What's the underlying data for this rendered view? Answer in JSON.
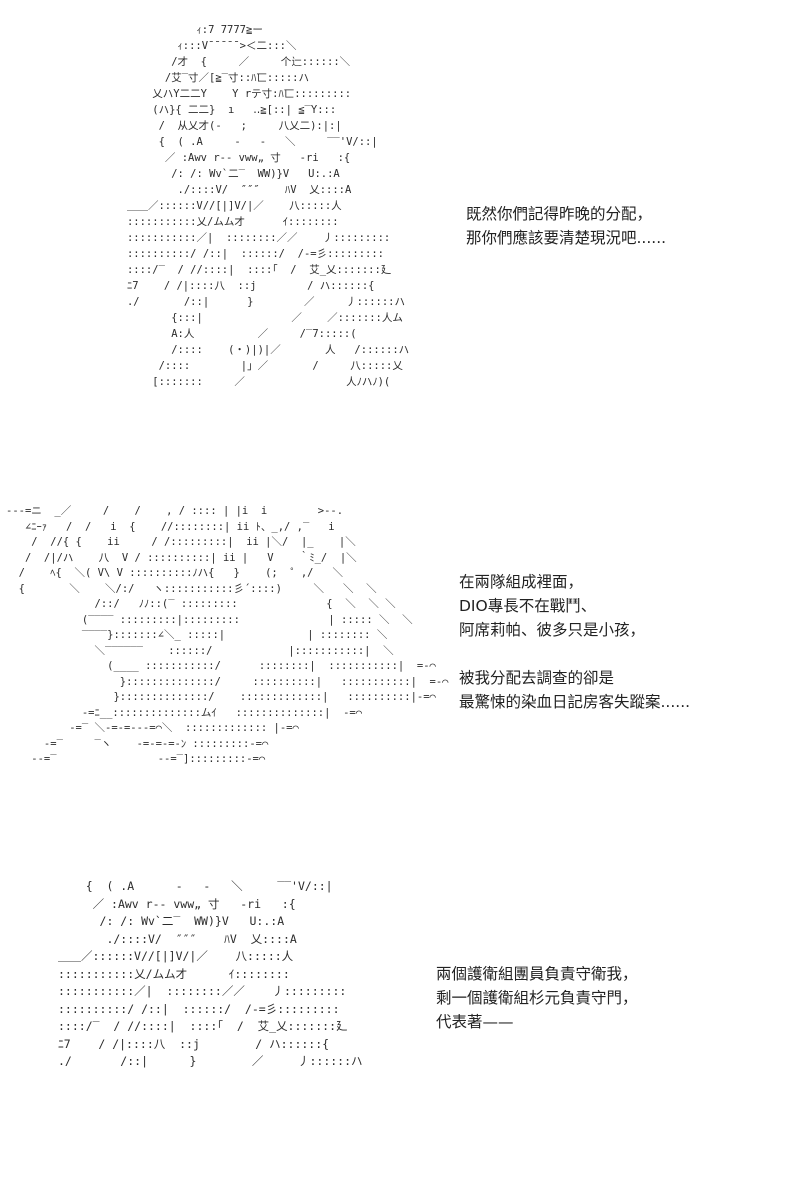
{
  "panels": [
    {
      "caption": [
        "既然你們記得昨晚的分配，",
        "那你們應該要清楚現況吧......"
      ]
    },
    {
      "caption": [
        "在兩隊組成裡面，",
        "DIO專長不在戰鬥、",
        "阿席莉帕、彼多只是小孩，",
        "",
        "被我分配去調查的卻是",
        "最驚悚的染血日記房客失蹤案......"
      ]
    },
    {
      "caption": [
        "兩個護衛組團員負責守衛我，",
        "剩一個護衛組杉元負責守門，",
        "代表著——"
      ]
    }
  ],
  "art": {
    "panel1": [
      "              ｨ:7 7777≧ー",
      "           ｨ:::V¯¯¯¯¯>＜二:::＼",
      "          /才  {     ／     个辷::::::＼",
      "         /艾‾寸／[≧‾寸::ﾊ匸:::::ハ",
      "       乂ハY二二Y    Y rテ寸:ﾊ匸:::::::::",
      "       (ハ}{ 二二}  ı   ‥≧[::| ≦‾Y:::",
      "        /  从乂才(‐   ;     八乂二):|:|",
      "        {  ( .A     ‐   ‐   ＼     ‾‾'V/::|",
      "         ／ :Awv r‐‐ vww„ 寸   ‐ri   :{",
      "          /: /: Wv`二‾  WW)}V   U:.:A",
      "           ./::::V/  ″″″    ﾊV  乂::::A",
      "   ＿＿／::::::V//[|]V/|／    八:::::人",
      "   :::::::::::乂/ムム才      ｲ::::::::",
      "   :::::::::::／|  ::::::::／／    丿:::::::::",
      "   ::::::::::/ /::|  ::::::/  /‐=彡:::::::::",
      "   ::::/‾  / //::::|  ::::｢  /  艾_乂:::::::廴",
      "   ﾆ7    / /|::::八  ::j        / ハ::::::{",
      "   ./       /::|      }        ／     丿::::::ハ",
      "          {:::|              ／    ／:::::::人ム",
      "          A:人          ／     /‾7:::::(",
      "          /::::    (・)|)|／       人   /::::::ハ",
      "        /::::        |」／       /     八:::::乂",
      "       [:::::::     ／                人ﾉハﾉ)("
    ],
    "panel2": [
      "‐‐‐=ニ  _／     /    /    , / :::: | |i  i        >‐‐.",
      "   ∠ﾆｰｧ   /  /   i  {    //::::::::| ii ﾄ、_,/ ,‾   i",
      "    /  //{ {    ii     / /:::::::::|  ii |＼/  |_    |＼",
      "   /  /|/ハ    八  V / ::::::::::| ii |   V    ｀ﾐ_/  |＼",
      "  /    ﾍ{  ＼( V\\ V ::::::::::ﾉハ{   }    (;  ゜,/   ＼",
      "  {       ＼    ＼/:/   ヽ:::::::::::彡´::::)     ＼   ＼  ＼",
      "              /::/   ﾉﾉ::(‾ :::::::::              {  ＼  ＼ ＼",
      "            (‾‾‾‾ :::::::::|:::::::::              | ::::: ＼  ＼",
      "            ‾‾‾‾}:::::::∠＼_ :::::|             | :::::::: ＼",
      "              ＼‾‾‾‾‾‾    ::::::/            |:::::::::::|  ＼",
      "                (____ :::::::::::/      ::::::::|  :::::::::::|  =‐⌒",
      "                  }::::::::::::::/     ::::::::::|   :::::::::::|  =‐⌒",
      "                 }::::::::::::::/    :::::::::::::|   ::::::::::|‐=⌒",
      "            ‐=ﾆ__::::::::::::::ムｲ   ::::::::::::::|  ‐=⌒",
      "          ‐=‾ ＼‐=‐=‐‐‐=⌒＼  ::::::::::::: |‐=⌒",
      "      ‐=‾     ‾ヽ    ‐=‐=‐=‐ﾝ :::::::::‐=⌒",
      "    ‐‐=‾                ‐‐=‾]:::::::::‐=⌒"
    ],
    "panel3": [
      "    {  ( .A      ‐   ‐   ＼     ‾‾'V/::|",
      "     ／ :Awv r‐‐ vww„ 寸   ‐ri   :{",
      "      /: /: Wv`二‾  WW)}V   U:.:A",
      "       ./::::V/  ″″″    ﾊV  乂::::A",
      "＿＿／::::::V//[|]V/|／    八:::::人",
      ":::::::::::乂/ムム才      ｲ::::::::",
      ":::::::::::／|  ::::::::／／    丿:::::::::",
      "::::::::::/ /::|  ::::::/  /‐=彡:::::::::",
      "::::/‾  / //::::|  ::::｢  /  艾_乂:::::::廴",
      "ﾆ7    / /|::::八  ::j        / ハ::::::{",
      "./       /::|      }        ／     丿::::::ハ"
    ]
  }
}
